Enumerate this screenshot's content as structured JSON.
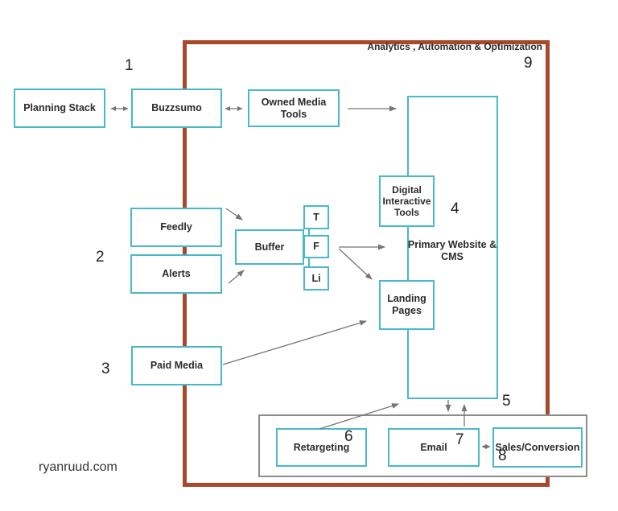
{
  "diagram": {
    "frame_title": "Analytics , Automation & Optimization",
    "watermark": "ryanruud.com",
    "numbers": {
      "n1": "1",
      "n2": "2",
      "n3": "3",
      "n4": "4",
      "n5": "5",
      "n6": "6",
      "n7": "7",
      "n8": "8",
      "n9": "9"
    },
    "boxes": {
      "planning_stack": "Planning Stack",
      "buzzsumo": "Buzzsumo",
      "owned_media_tools": "Owned Media Tools",
      "feedly": "Feedly",
      "alerts": "Alerts",
      "paid_media": "Paid Media",
      "buffer": "Buffer",
      "twitter": "T",
      "facebook": "F",
      "linkedin": "Li",
      "digital_interactive_tools": "Digital\nInteractive\nTools",
      "primary_website_cms": "Primary Website &\nCMS",
      "landing_pages": "Landing\nPages",
      "retargeting": "Retargeting",
      "email": "Email",
      "sales_conversion": "Sales/Conversion"
    },
    "colors": {
      "box_border": "#47b9c7",
      "frame": "#a8492c",
      "container_border": "#8c8c8c",
      "arrow": "#757575",
      "text": "#2b2b2b"
    }
  }
}
